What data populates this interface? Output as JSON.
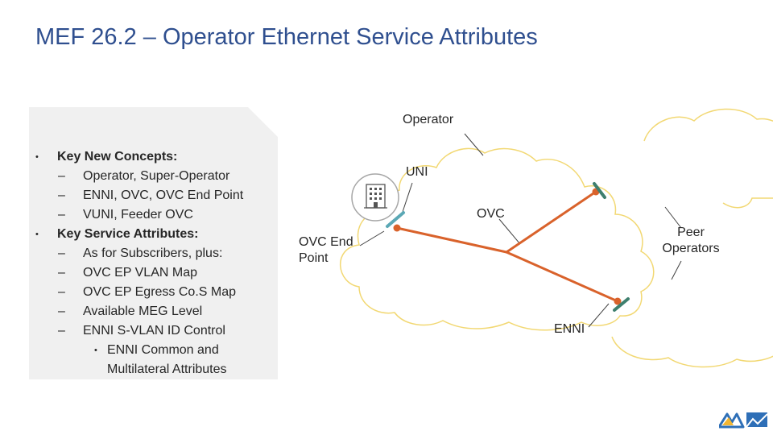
{
  "slide": {
    "title": "MEF 26.2 – Operator Ethernet Service Attributes"
  },
  "bullets": {
    "b1": "Key New Concepts:",
    "b1_items": [
      "Operator, Super-Operator",
      "ENNI, OVC, OVC End Point",
      "VUNI, Feeder OVC"
    ],
    "b2": "Key Service Attributes:",
    "b2_items": [
      "As for Subscribers, plus:",
      "OVC EP VLAN Map",
      "OVC EP Egress Co.S Map",
      "Available MEG Level",
      "ENNI S-VLAN ID Control"
    ],
    "b2_sub": [
      "ENNI Common and",
      "Multilateral Attributes"
    ],
    "level1_marker": "•",
    "level2_marker": "–",
    "level3_marker": "•"
  },
  "diagram": {
    "operator": "Operator",
    "uni": "UNI",
    "ovc": "OVC",
    "ovc_end_point_1": "OVC End",
    "ovc_end_point_2": "Point",
    "peer_operators_1": "Peer",
    "peer_operators_2": "Operators",
    "enni": "ENNI",
    "building_icon": "building-icon",
    "colors": {
      "cloud_outline": "#f2d873",
      "ovc_line": "#d9622b",
      "uni_marker": "#5ba8b5",
      "enni_marker": "#3e7f6e"
    }
  },
  "logo": {
    "name": "mef-logo-icon"
  }
}
